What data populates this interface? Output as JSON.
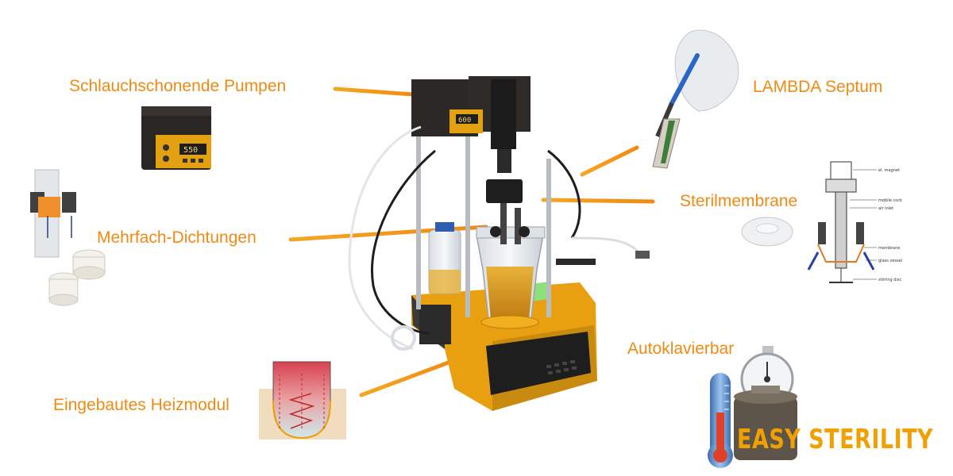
{
  "labels": {
    "pumps": "Schlauchschonende Pumpen",
    "seals": "Mehrfach-Dichtungen",
    "heater": "Eingebautes Heizmodul",
    "septum": "LAMBDA Septum",
    "membrane": "Sterilmembrane",
    "autoclave": "Autoklavierbar"
  },
  "pump_display": "550",
  "main_pump_display": "600",
  "membrane_diagram": {
    "labels": [
      "el. magnet",
      "mobile cock",
      "air inlet",
      "membrane",
      "glass vessel",
      "stirring disc"
    ]
  },
  "easy_sterility": "EASY STERILITY",
  "colors": {
    "accent": "#f08a12",
    "device": "#e8a010",
    "display": "#8ee07a"
  }
}
